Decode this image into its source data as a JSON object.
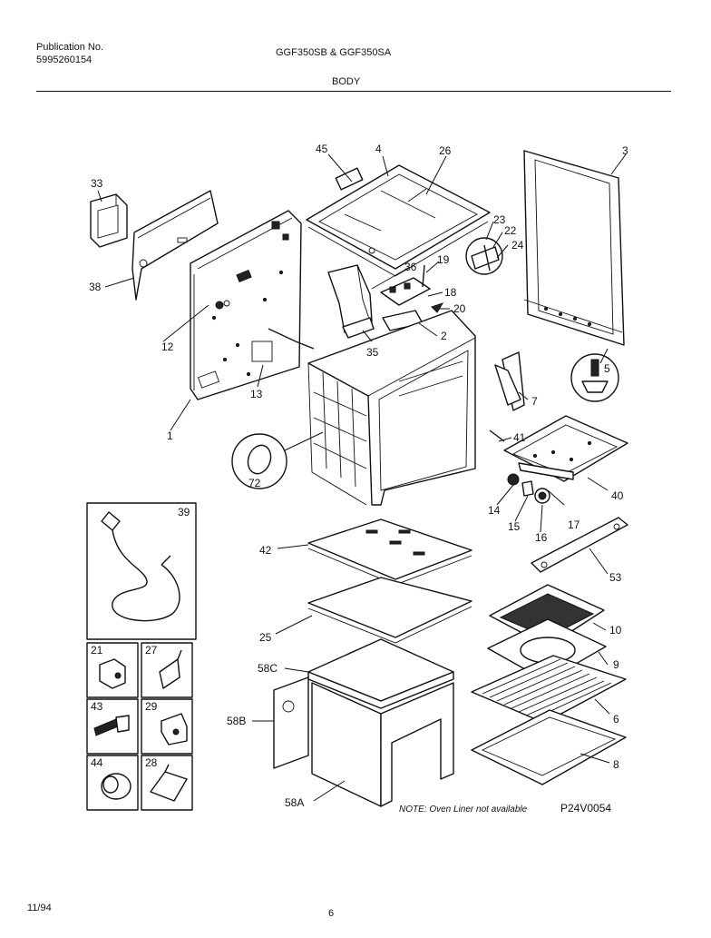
{
  "header": {
    "publication_label": "Publication No.",
    "publication_number": "5995260154",
    "models": "GGF350SB & GGF350SA",
    "section": "BODY"
  },
  "footer": {
    "date": "11/94",
    "page": "6"
  },
  "diagram": {
    "note": "NOTE: Oven Liner not available",
    "code": "P24V0054",
    "callouts": [
      "45",
      "4",
      "26",
      "3",
      "33",
      "23",
      "22",
      "24",
      "36",
      "19",
      "38",
      "18",
      "20",
      "12",
      "2",
      "35",
      "5",
      "13",
      "7",
      "1",
      "41",
      "72",
      "40",
      "39",
      "14",
      "15",
      "16",
      "17",
      "42",
      "53",
      "10",
      "25",
      "9",
      "21",
      "27",
      "58C",
      "6",
      "43",
      "29",
      "58B",
      "44",
      "28",
      "8",
      "58A"
    ]
  }
}
